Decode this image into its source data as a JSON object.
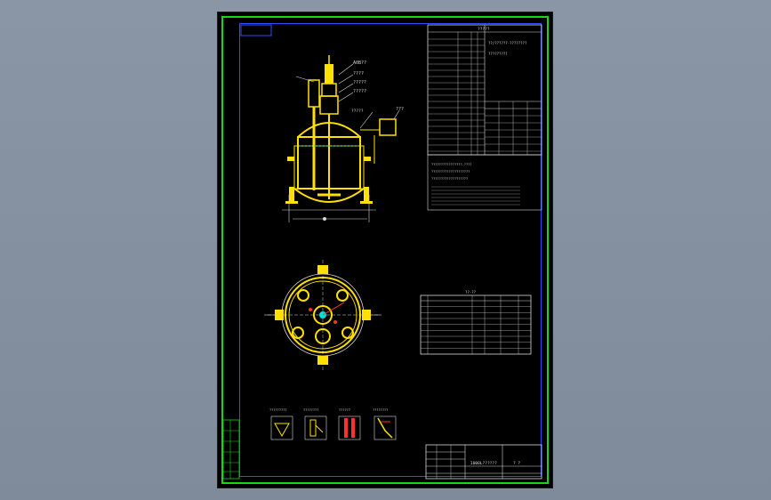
{
  "drawing": {
    "callouts": {
      "top_right": "A0B??",
      "mid_1": "????",
      "mid_2": "?????",
      "mid_3": "?????",
      "small_label": "?????",
      "side_box": "???"
    },
    "spec_table": {
      "header": "?????",
      "line1": "??/??????-????????",
      "line2": "?????????",
      "notes": [
        "????????????????-????",
        "????????????????????",
        "???????????????????"
      ]
    },
    "parts_table": {
      "header": "??-??",
      "rows": 9
    },
    "detail_views": {
      "labels": [
        "?????????",
        "????????",
        "??????",
        "????????"
      ]
    },
    "title_block": {
      "name": "1000L??????",
      "sheet": "?  ?"
    }
  },
  "colors": {
    "sheet_bg": "#000000",
    "outer_frame": "#16d616",
    "inner_frame": "#2f4cff",
    "vessel": "#ffe000",
    "lines": "#d8d8d8",
    "accent_red": "#ff3030",
    "accent_cyan": "#00e0e0"
  }
}
